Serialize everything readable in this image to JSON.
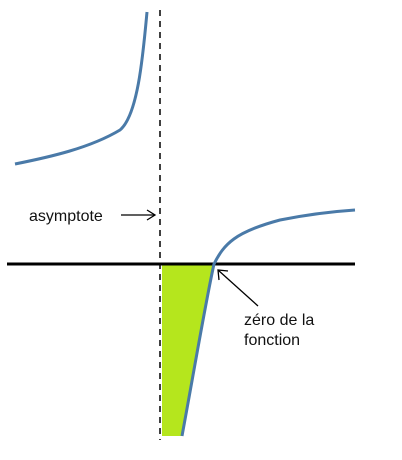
{
  "labels": {
    "asymptote": "asymptote",
    "zero_line1": "zéro de la",
    "zero_line2": "fonction"
  },
  "colors": {
    "curve": "#4a7aa8",
    "axis": "#000000",
    "asymptote": "#000000",
    "fill": "#b5e61d",
    "arrow": "#000000"
  }
}
